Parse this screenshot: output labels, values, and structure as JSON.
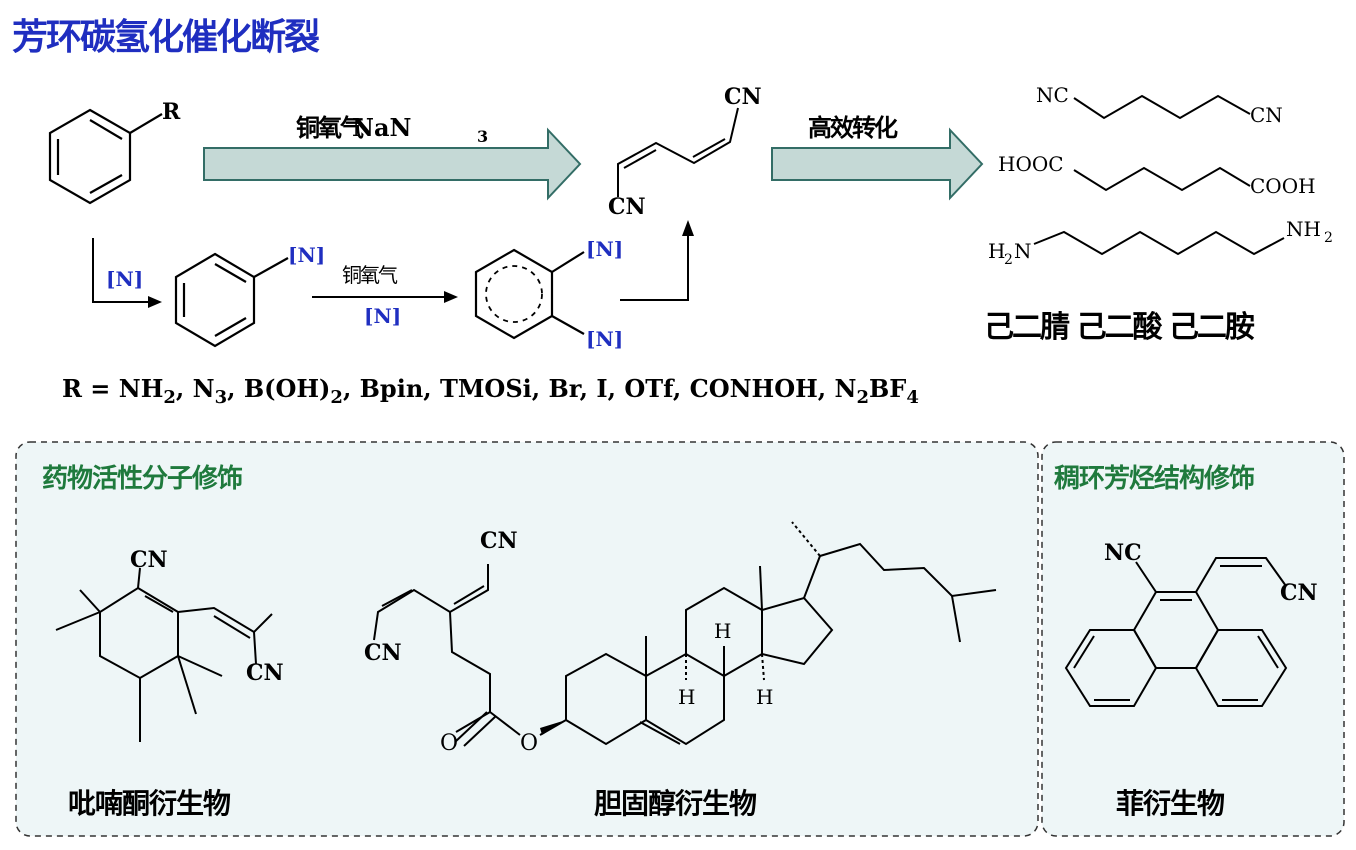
{
  "title": "芳环碳氢化催化断裂",
  "top": {
    "substituent_R": "R",
    "arrow1_label": "铜氧气",
    "arrow1_reagent": "NaN",
    "arrow1_sub": "3",
    "product_cn_top": "CN",
    "product_cn_bottom": "CN",
    "arrow2_label": "高效转化",
    "products": {
      "nitrile_left": "NC",
      "nitrile_right": "CN",
      "acid_left": "HOOC",
      "acid_right": "COOH",
      "amine_left": "H",
      "amine_left_sub": "2",
      "amine_left_n": "N",
      "amine_right": "NH",
      "amine_right_sub": "2"
    },
    "product_names": "己二腈 己二酸 己二胺",
    "route_reagent": "[N]",
    "intermediate_n": "[N]",
    "arrow3_label": "铜氧气",
    "arrow3_reagent": "[N]",
    "diene_n_top": "[N]",
    "diene_n_bottom": "[N]"
  },
  "r_groups": {
    "prefix": "R = ",
    "items": [
      "NH",
      "2",
      ", N",
      "3",
      ", B(OH)",
      "2",
      ", Bpin, TMOSi, Br, I, OTf, CONHOH, N",
      "2",
      "BF",
      "4"
    ]
  },
  "panel_drug": {
    "label": "药物活性分子修饰",
    "mol1_cn_top": "CN",
    "mol1_cn_right": "CN",
    "mol1_caption": "吡喃酮衍生物",
    "mol2_cn_top": "CN",
    "mol2_cn_left": "CN",
    "mol2_o1": "O",
    "mol2_o2": "O",
    "mol2_h1": "H",
    "mol2_h2": "H",
    "mol2_h3": "H",
    "mol2_caption": "胆固醇衍生物"
  },
  "panel_material": {
    "label": "稠环芳烃结构修饰",
    "nc": "NC",
    "cn": "CN",
    "caption": "菲衍生物"
  },
  "colors": {
    "title": "#1f2ec0",
    "section_label": "#1f7a3d",
    "hetero_blue": "#1f2ec0",
    "arrow_fill": "#c5d9d6",
    "panel_fill": "#eef6f7",
    "panel_border": "#333333"
  }
}
